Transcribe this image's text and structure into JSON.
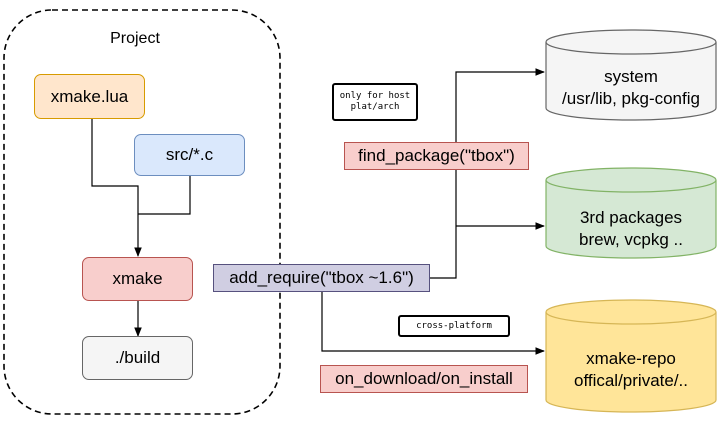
{
  "project": {
    "title": "Project"
  },
  "nodes": {
    "xmake_lua": "xmake.lua",
    "src": "src/*.c",
    "xmake": "xmake",
    "build": "./build"
  },
  "labels": {
    "add_require": "add_require(\"tbox ~1.6\")",
    "find_package": "find_package(\"tbox\")",
    "on_download": "on_download/on_install"
  },
  "notes": {
    "host_only": "only for host plat/arch",
    "cross_platform": "cross-platform"
  },
  "sources": {
    "system": {
      "line1": "system",
      "line2": "/usr/lib, pkg-config"
    },
    "third_party": {
      "line1": "3rd packages",
      "line2": "brew, vcpkg .."
    },
    "xmake_repo": {
      "line1": "xmake-repo",
      "line2": "offical/private/.."
    }
  },
  "colors": {
    "orange_fill": "#ffe6cc",
    "orange_stroke": "#d79b00",
    "blue_fill": "#dae8fc",
    "blue_stroke": "#6c8ebf",
    "red_fill": "#f8cecc",
    "red_stroke": "#b85450",
    "grey_fill": "#f5f5f5",
    "grey_stroke": "#666666",
    "purple_fill": "#d0cee2",
    "purple_stroke": "#56517e",
    "green_fill": "#d5e8d4",
    "green_stroke": "#82b366",
    "yellow_fill": "#ffe599",
    "yellow_stroke": "#d6b656"
  }
}
